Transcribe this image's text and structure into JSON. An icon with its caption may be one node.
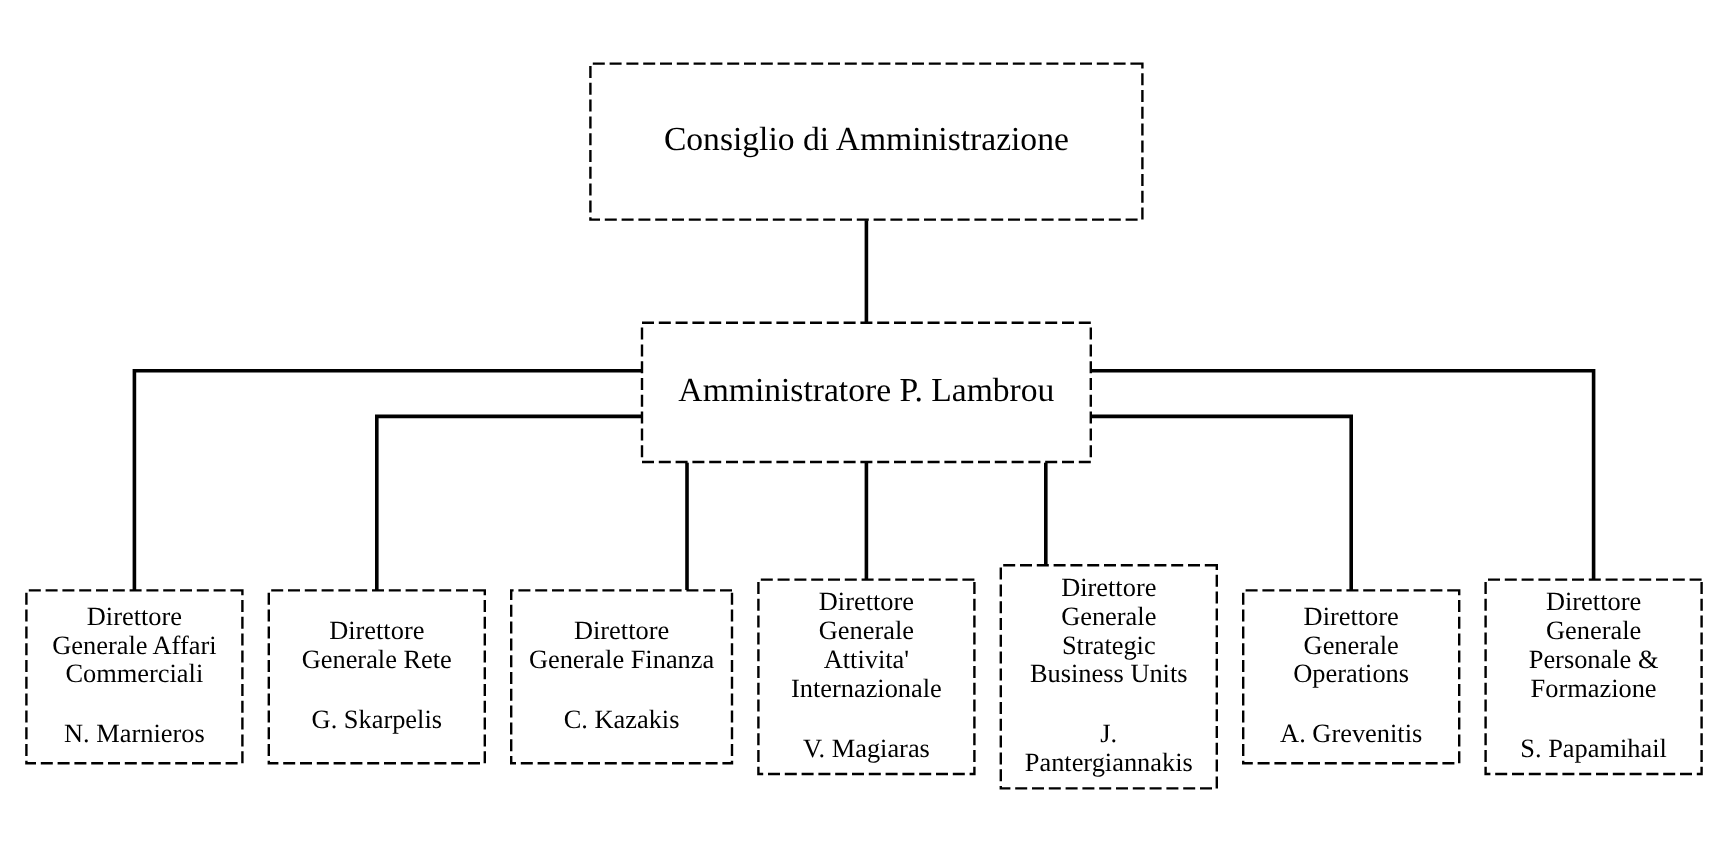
{
  "diagram": {
    "nodes": [
      {
        "text": [
          "Consiglio di Amministrazione"
        ]
      },
      {
        "text": [
          "Amministratore P. Lambrou"
        ]
      },
      {
        "text": [
          "Direttore Generale Affari Commerciali",
          "N. Marnieros"
        ]
      },
      {
        "text": [
          "Direttore Generale Rete",
          "G. Skarpelis"
        ]
      },
      {
        "text": [
          "Direttore Generale Finanza",
          "C. Kazakis"
        ]
      },
      {
        "text": [
          "Direttore Generale Attivita' Internazionale",
          "V. Magiaras"
        ]
      },
      {
        "text": [
          "Direttore Generale Strategic Business Units",
          "J. Pantergiannakis"
        ]
      },
      {
        "text": [
          "Direttore Generale Operations",
          "A. Grevenitis"
        ]
      },
      {
        "text": [
          "Direttore Generale Personale & Formazione",
          "S. Papamihail"
        ]
      }
    ],
    "edges": [
      {
        "from": 0,
        "to": 1,
        "arrow": "none"
      },
      {
        "from": 1,
        "to": 2,
        "arrow": "none"
      },
      {
        "from": 1,
        "to": 3,
        "arrow": "none"
      },
      {
        "from": 1,
        "to": 4,
        "arrow": "none"
      },
      {
        "from": 1,
        "to": 5,
        "arrow": "none"
      },
      {
        "from": 1,
        "to": 6,
        "arrow": "none"
      },
      {
        "from": 1,
        "to": 7,
        "arrow": "none"
      },
      {
        "from": 1,
        "to": 8,
        "arrow": "none"
      }
    ]
  }
}
